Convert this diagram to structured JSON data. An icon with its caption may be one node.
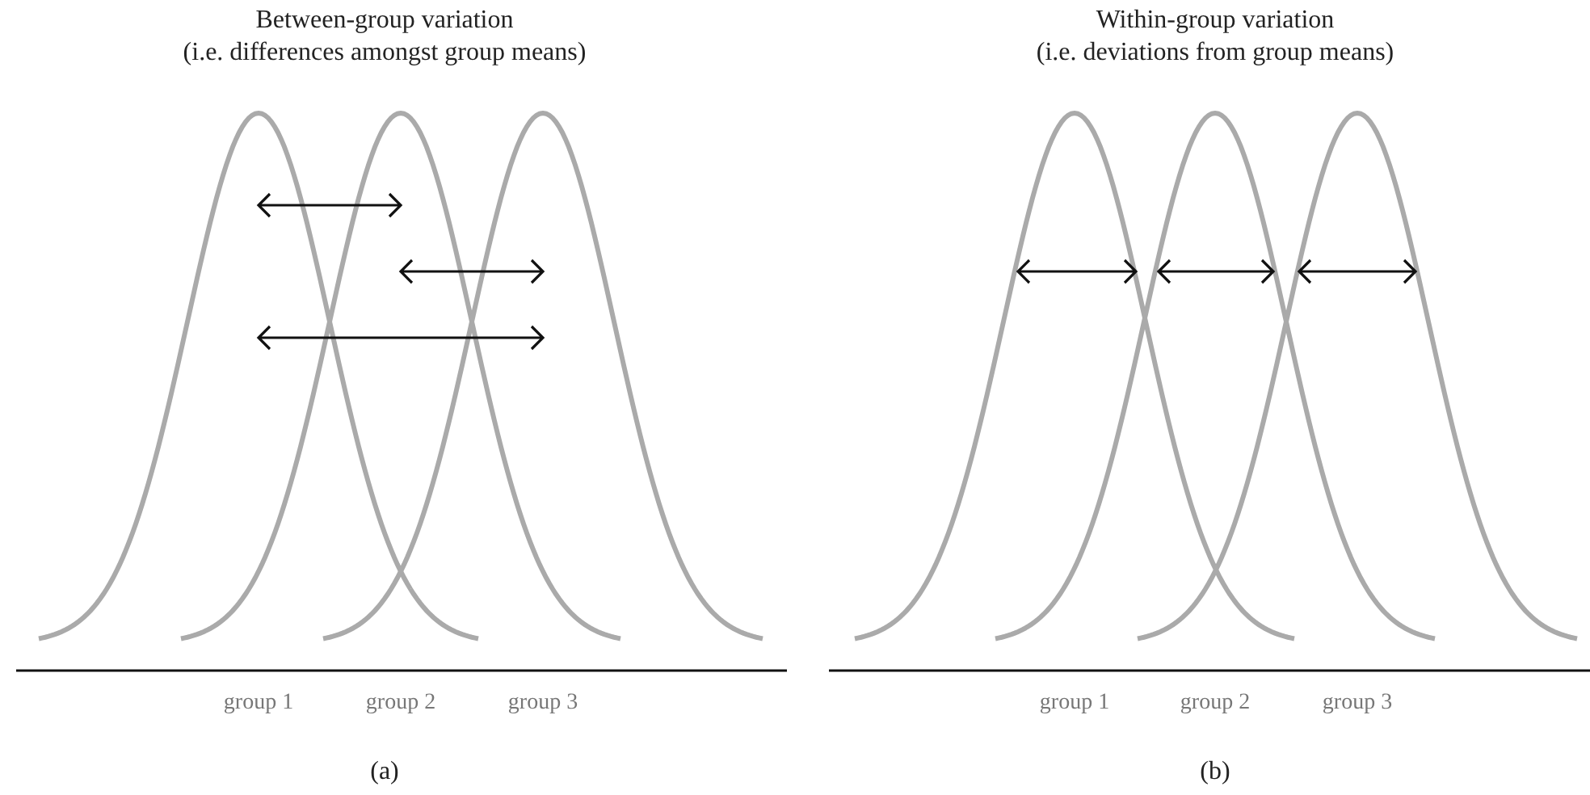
{
  "diagram": {
    "labels": [
      "Between-group variation",
      "(i.e. differences amongst group means)",
      "Within-group variation",
      "(i.e. deviations from group means)",
      "group 1",
      "group 2",
      "group 3",
      "group 1",
      "group 2",
      "group 3",
      "(a)",
      "(b)"
    ]
  }
}
